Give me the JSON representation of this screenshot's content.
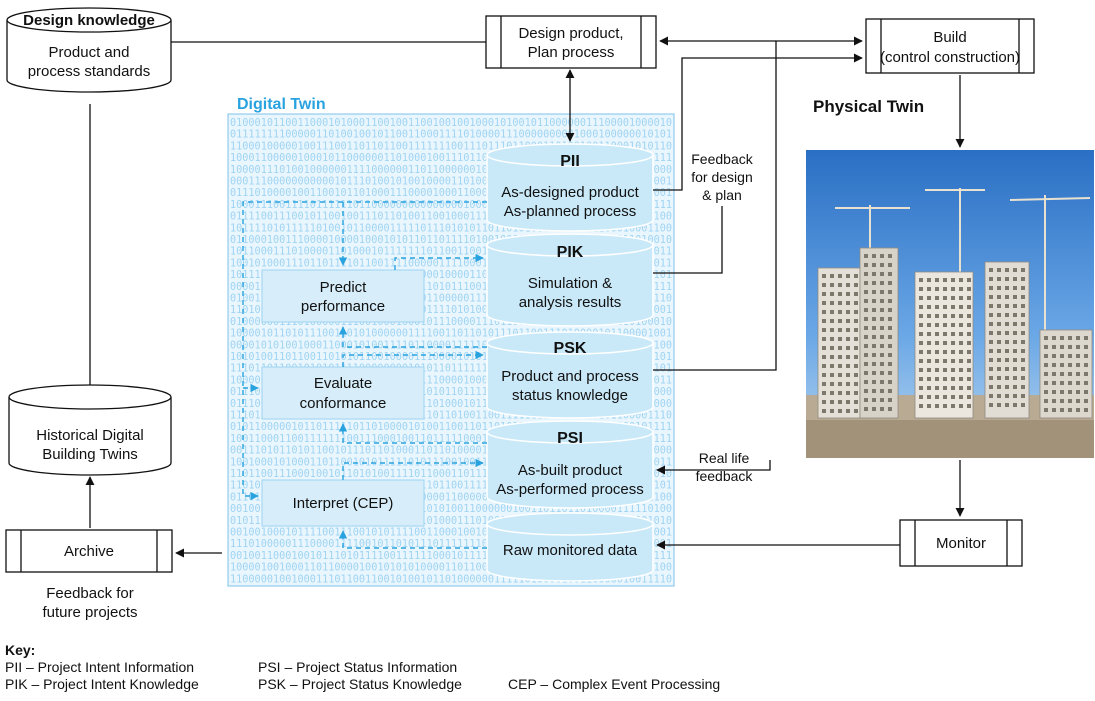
{
  "design_knowledge": {
    "title": "Design knowledge",
    "line1": "Product and",
    "line2": "process standards"
  },
  "design_product": {
    "line1": "Design product,",
    "line2": "Plan process"
  },
  "build": {
    "line1": "Build",
    "line2": "(control construction)"
  },
  "physical_twin": {
    "label": "Physical Twin",
    "photo": "construction-site-photo"
  },
  "digital_twin": {
    "label": "Digital Twin"
  },
  "feedback_design": {
    "line1": "Feedback",
    "line2": "for design",
    "line3": "& plan"
  },
  "real_life_feedback": {
    "line1": "Real life",
    "line2": "feedback"
  },
  "pii": {
    "title": "PII",
    "line1": "As-designed product",
    "line2": "As-planned process"
  },
  "pik": {
    "title": "PIK",
    "line1": "Simulation &",
    "line2": "analysis results"
  },
  "psk": {
    "title": "PSK",
    "line1": "Product and process",
    "line2": "status knowledge"
  },
  "psi": {
    "title": "PSI",
    "line1": "As-built product",
    "line2": "As-performed process"
  },
  "raw": {
    "label": "Raw monitored data"
  },
  "predict": {
    "line1": "Predict",
    "line2": "performance"
  },
  "evaluate": {
    "line1": "Evaluate",
    "line2": "conformance"
  },
  "interpret": {
    "label": "Interpret (CEP)"
  },
  "historical": {
    "line1": "Historical Digital",
    "line2": "Building Twins"
  },
  "archive": {
    "label": "Archive"
  },
  "future_feedback": {
    "line1": "Feedback for",
    "line2": "future projects"
  },
  "monitor": {
    "label": "Monitor"
  },
  "key": {
    "title": "Key:",
    "pii": "PII – Project Intent Information",
    "pik": "PIK – Project Intent Knowledge",
    "psi": "PSI – Project Status Information",
    "psk": "PSK – Project Status Knowledge",
    "cep": "CEP – Complex Event Processing"
  },
  "colors": {
    "digital_blue": "#29a3df",
    "cylinder_fill": "#c9e9f9",
    "box_fill": "#d7eefa"
  }
}
